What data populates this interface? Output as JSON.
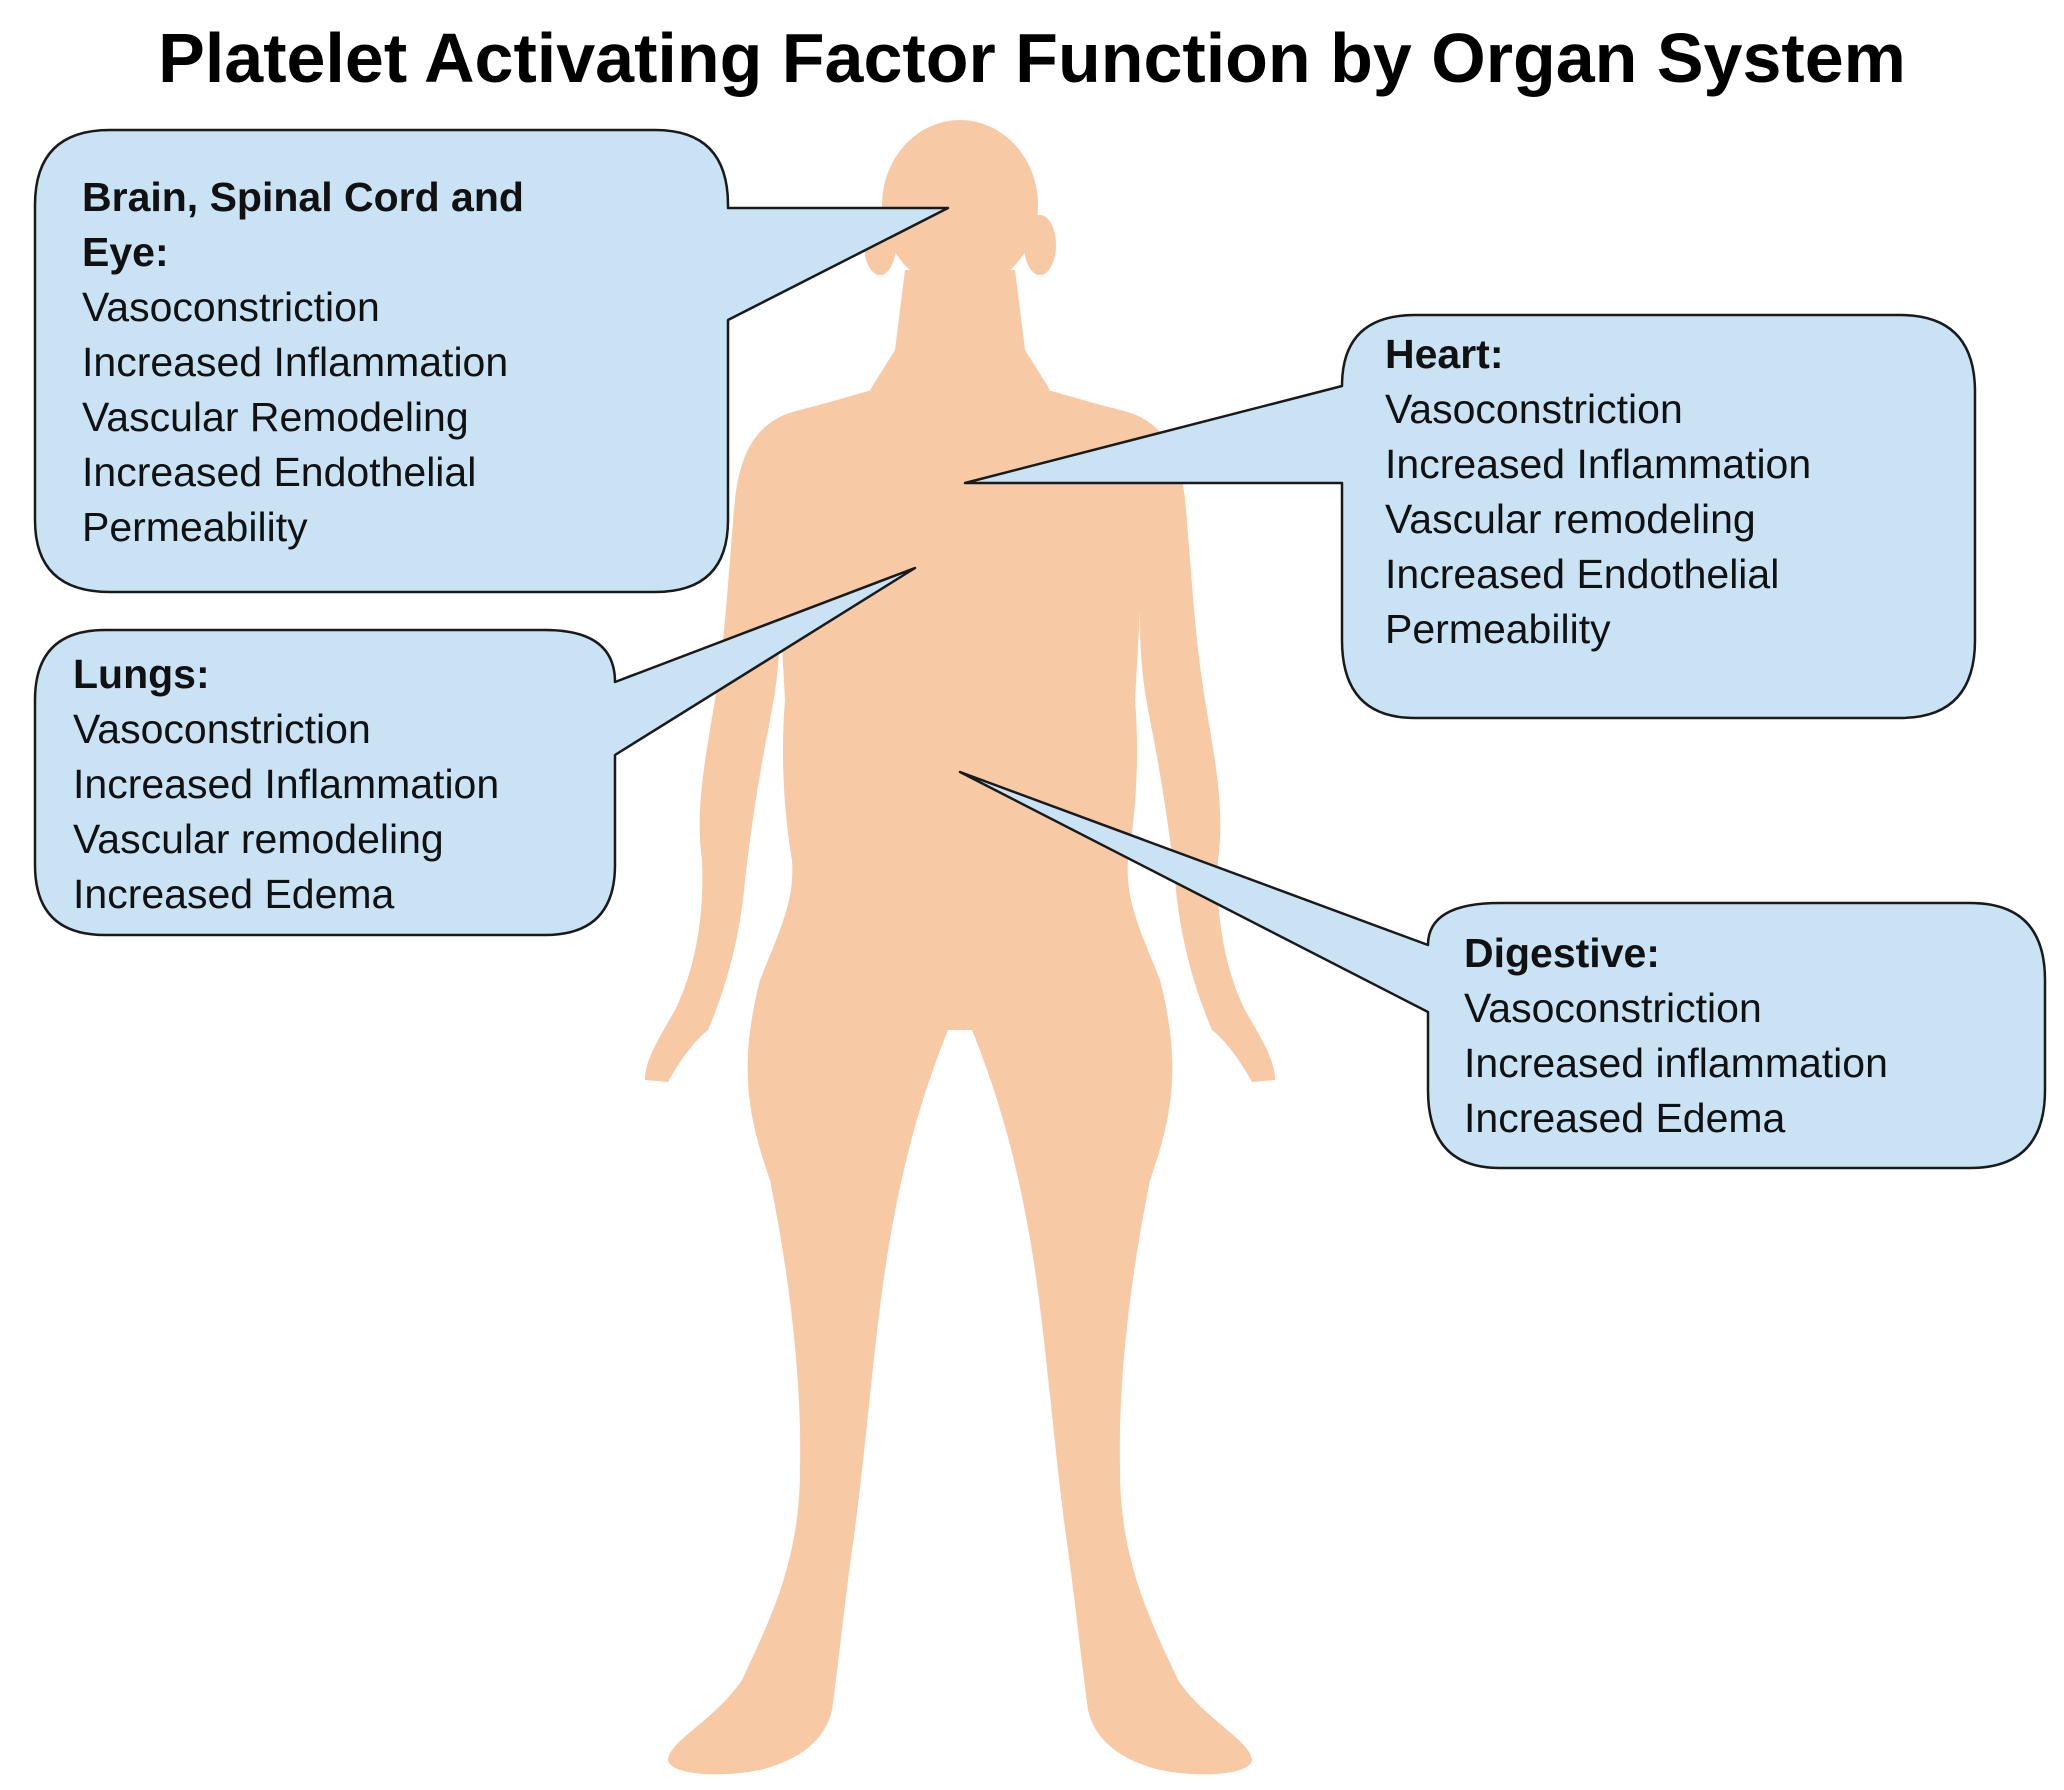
{
  "title": "Platelet Activating Factor Function by Organ System",
  "colors": {
    "body": "#f7c9a4",
    "callout_fill": "#c9e2f4",
    "callout_stroke": "#1a1a1a"
  },
  "callouts": [
    {
      "heading_line1": "Brain, Spinal Cord and",
      "heading_line2": "Eye:",
      "items": [
        "Vasoconstriction",
        "Increased Inflammation",
        "Vascular Remodeling",
        "Increased Endothelial",
        "Permeability"
      ]
    },
    {
      "heading": "Heart:",
      "items": [
        "Vasoconstriction",
        "Increased Inflammation",
        "Vascular remodeling",
        "Increased Endothelial",
        "Permeability"
      ]
    },
    {
      "heading": "Lungs:",
      "items": [
        "Vasoconstriction",
        "Increased Inflammation",
        "Vascular remodeling",
        "Increased Edema"
      ]
    },
    {
      "heading": "Digestive:",
      "items": [
        "Vasoconstriction",
        "Increased inflammation",
        "Increased Edema"
      ]
    }
  ]
}
